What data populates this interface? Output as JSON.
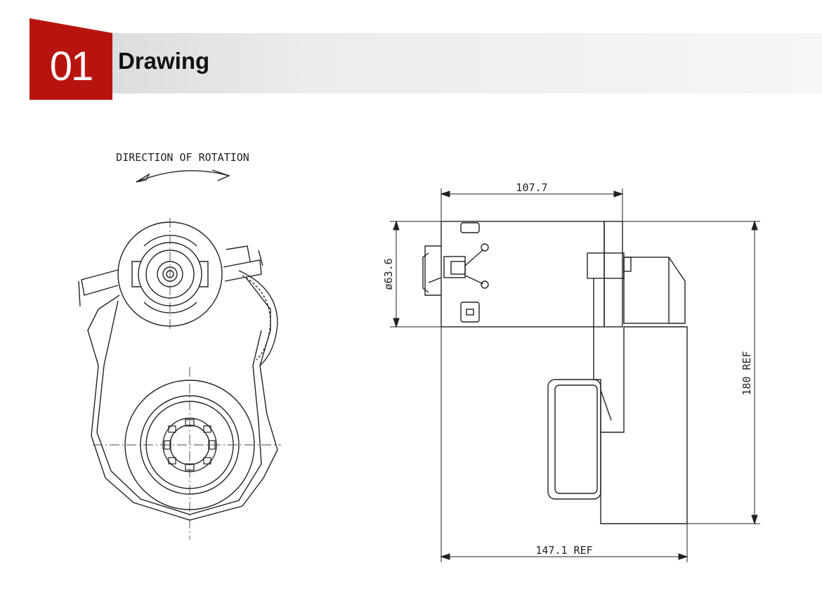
{
  "header": {
    "number": "01",
    "title": "Drawing",
    "accent_color": "#b8140f"
  },
  "drawing": {
    "rotation_label": "DIRECTION OF ROTATION",
    "dim_width": "107.7",
    "dim_diameter": "ø63.6",
    "dim_height": "180 REF",
    "dim_length": "147.1 REF"
  }
}
